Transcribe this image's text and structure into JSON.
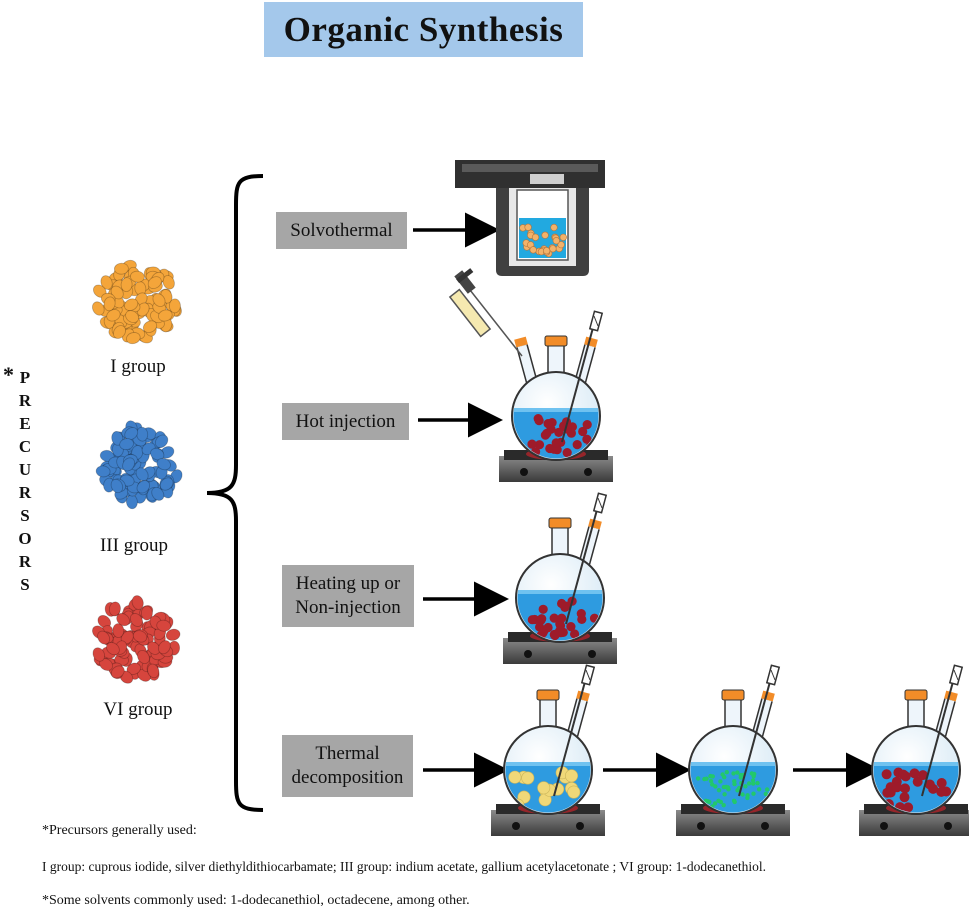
{
  "title": "Organic Synthesis",
  "side_label": {
    "star": "*",
    "letters": [
      "P",
      "R",
      "E",
      "C",
      "U",
      "R",
      "S",
      "O",
      "R",
      "S"
    ]
  },
  "groups": [
    {
      "label": "I group",
      "color": "#f4a53a"
    },
    {
      "label": "III group",
      "color": "#3f7fc9"
    },
    {
      "label": "VI group",
      "color": "#d6453d"
    }
  ],
  "methods": {
    "solvothermal": "Solvothermal",
    "hot_injection": "Hot injection",
    "heating_up_line1": "Heating up or",
    "heating_up_line2": "Non-injection",
    "thermal_line1": "Thermal",
    "thermal_line2": "decomposition"
  },
  "notes": {
    "line1": "*Precursors generally used:",
    "line2": "I group: cuprous iodide, silver diethyldithiocarbamate; III group: indium acetate, gallium acetylacetonate ; VI group: 1-dodecanethiol.",
    "line3": "*Some solvents commonly used: 1-dodecanethiol, octadecene, among other."
  },
  "colors": {
    "title_bg": "#a4c8eb",
    "method_bg": "#a6a6a6",
    "solution": "#2e9be0",
    "particles_red": "#9e1b2a",
    "particles_yellow": "#f0d878",
    "particles_green": "#22c86b",
    "cap": "#f28c28"
  }
}
